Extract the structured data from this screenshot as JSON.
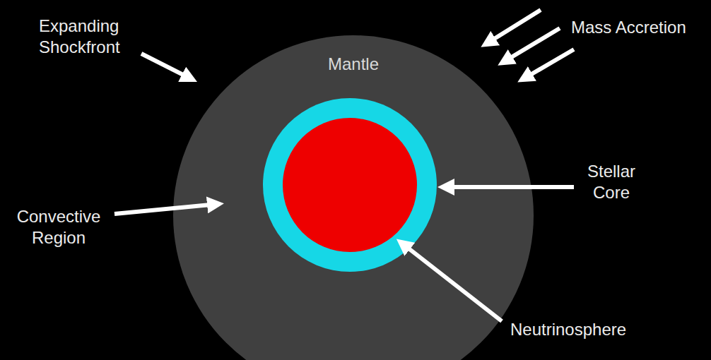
{
  "diagram": {
    "nodes": [
      {
        "text": [
          "Mantle"
        ]
      }
    ],
    "labels": [
      "Expanding Shockfront",
      "Mass Accretion",
      "Convective Region",
      "Stellar Core",
      "Neutrinosphere"
    ]
  }
}
